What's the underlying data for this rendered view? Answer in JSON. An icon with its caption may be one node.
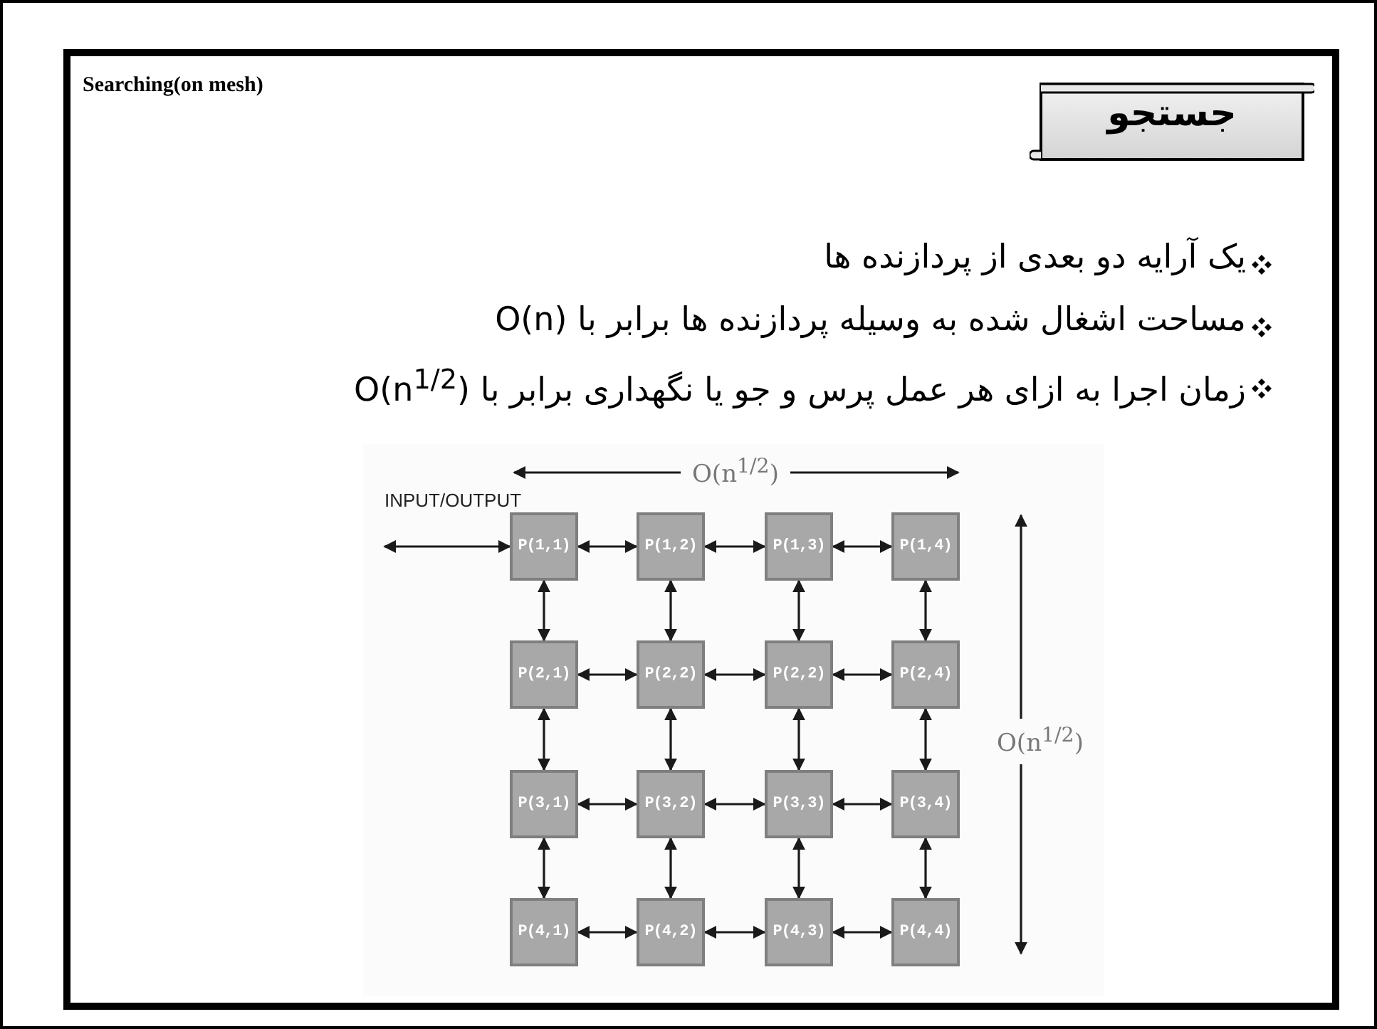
{
  "diagram": {
    "title": "Searching(on mesh)",
    "nodes": [
      {
        "text": [
          "P(1,1)"
        ]
      },
      {
        "text": [
          "P(1,2)"
        ]
      },
      {
        "text": [
          "P(1,3)"
        ]
      },
      {
        "text": [
          "P(1,4)"
        ]
      },
      {
        "text": [
          "P(2,1)"
        ]
      },
      {
        "text": [
          "P(2,2)"
        ]
      },
      {
        "text": [
          "P(2,2)"
        ]
      },
      {
        "text": [
          "P(2,4)"
        ]
      },
      {
        "text": [
          "P(3,1)"
        ]
      },
      {
        "text": [
          "P(3,2)"
        ]
      },
      {
        "text": [
          "P(3,3)"
        ]
      },
      {
        "text": [
          "P(3,4)"
        ]
      },
      {
        "text": [
          "P(4,1)"
        ]
      },
      {
        "text": [
          "P(4,2)"
        ]
      },
      {
        "text": [
          "P(4,3)"
        ]
      },
      {
        "text": [
          "P(4,4)"
        ]
      },
      {
        "text": [
          "جستجو"
        ]
      }
    ],
    "edges": [
      {
        "from": null,
        "to": 0,
        "arrow": "both"
      },
      {
        "from": 0,
        "to": 1,
        "arrow": "both"
      },
      {
        "from": 1,
        "to": 2,
        "arrow": "both"
      },
      {
        "from": 2,
        "to": 3,
        "arrow": "both"
      },
      {
        "from": 4,
        "to": 5,
        "arrow": "both"
      },
      {
        "from": 5,
        "to": 6,
        "arrow": "both"
      },
      {
        "from": 6,
        "to": 7,
        "arrow": "both"
      },
      {
        "from": 8,
        "to": 9,
        "arrow": "both"
      },
      {
        "from": 9,
        "to": 10,
        "arrow": "both"
      },
      {
        "from": 10,
        "to": 11,
        "arrow": "both"
      },
      {
        "from": 12,
        "to": 13,
        "arrow": "both"
      },
      {
        "from": 13,
        "to": 14,
        "arrow": "both"
      },
      {
        "from": 14,
        "to": 15,
        "arrow": "both"
      },
      {
        "from": 0,
        "to": 4,
        "arrow": "both"
      },
      {
        "from": 1,
        "to": 5,
        "arrow": "both"
      },
      {
        "from": 2,
        "to": 6,
        "arrow": "both"
      },
      {
        "from": 3,
        "to": 7,
        "arrow": "both"
      },
      {
        "from": 4,
        "to": 8,
        "arrow": "both"
      },
      {
        "from": 5,
        "to": 9,
        "arrow": "both"
      },
      {
        "from": 6,
        "to": 10,
        "arrow": "both"
      },
      {
        "from": 7,
        "to": 11,
        "arrow": "both"
      },
      {
        "from": 8,
        "to": 12,
        "arrow": "both"
      },
      {
        "from": 9,
        "to": 13,
        "arrow": "both"
      },
      {
        "from": 10,
        "to": 14,
        "arrow": "both"
      },
      {
        "from": 11,
        "to": 15,
        "arrow": "both"
      }
    ],
    "labels": [
      "یک آرایه دو بعدی از پردازنده ها",
      "مساحت اشغال شده به وسیله پردازنده ها برابر با O(n)",
      "زمان اجرا به ازای هر عمل پرس و جو یا نگهداری برابر با O(n$^{1/2}$)",
      "O(n$^{1/2}$)",
      "INPUT/OUTPUT",
      "O(n$^{1/2}$)"
    ]
  }
}
